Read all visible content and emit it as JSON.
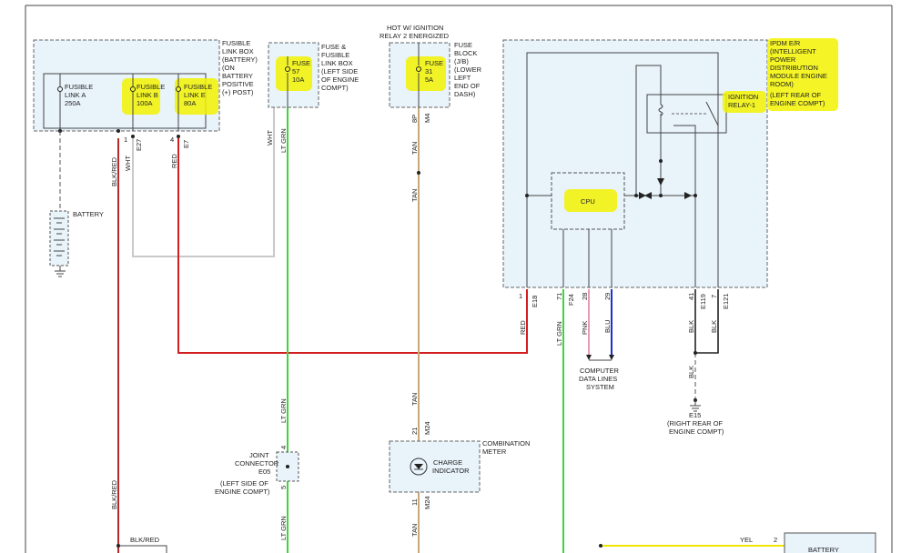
{
  "header": {
    "hot_line1": "HOT W/ IGNITION",
    "hot_line2": "RELAY 2 ENERGIZED"
  },
  "fusible_link_box": {
    "title": [
      "FUSIBLE",
      "LINK BOX",
      "(BATTERY)",
      "(ON",
      "BATTERY",
      "POSITIVE",
      "(+) POST)"
    ],
    "link_a": [
      "FUSIBLE",
      "LINK A",
      "250A"
    ],
    "link_b": [
      "FUSIBLE",
      "LINK B",
      "100A"
    ],
    "link_e": [
      "FUSIBLE",
      "LINK E",
      "80A"
    ]
  },
  "fuse57_box": {
    "title": [
      "FUSE &",
      "FUSIBLE",
      "LINK BOX",
      "(LEFT SIDE",
      "OF ENGINE",
      "COMPT)"
    ],
    "fuse": [
      "FUSE",
      "57",
      "10A"
    ]
  },
  "fuse_block": {
    "title": [
      "FUSE",
      "BLOCK",
      "(J/B)",
      "(LOWER",
      "LEFT",
      "END OF",
      "DASH)"
    ],
    "fuse": [
      "FUSE",
      "31",
      "5A"
    ]
  },
  "ipdm": {
    "title": [
      "IPDM E/R",
      "(INTELLIGENT",
      "POWER",
      "DISTRIBUTION",
      "MODULE ENGINE",
      "ROOM)",
      "(LEFT REAR OF",
      "ENGINE COMPT)"
    ],
    "relay": [
      "IGNITION",
      "RELAY-1"
    ],
    "cpu": "CPU"
  },
  "battery": {
    "label": "BATTERY"
  },
  "connectors": {
    "e27_1": "1",
    "e27_name": "E27",
    "e7_4": "4",
    "e7_name": "E7",
    "m4_8p": "8P",
    "m4_name": "M4",
    "e18_1": "1",
    "e18_name": "E18",
    "f24_71": "71",
    "f24_name": "F24",
    "p28": "28",
    "p29": "29",
    "e119_41": "41",
    "e119_name": "E119",
    "e121_7": "7",
    "e121_name": "E121",
    "m24_21": "21",
    "m24_11": "11",
    "m24_name": "M24",
    "e05_4": "4",
    "e05_5": "5",
    "yel_2": "2"
  },
  "wires": {
    "blk_red": "BLK/RED",
    "wht": "WHT",
    "red": "RED",
    "lt_grn": "LT GRN",
    "tan": "TAN",
    "pnk": "PNK",
    "blu": "BLU",
    "blk": "BLK",
    "yel": "YEL"
  },
  "computer_data": [
    "COMPUTER",
    "DATA LINES",
    "SYSTEM"
  ],
  "ground_e15": [
    "E15",
    "(RIGHT REAR OF",
    "ENGINE COMPT)"
  ],
  "joint_connector": [
    "JOINT",
    "CONNECTOR",
    "E05",
    "(LEFT SIDE OF",
    "ENGINE COMPT)"
  ],
  "combination_meter": {
    "title": [
      "COMBINATION",
      "METER"
    ],
    "indicator": [
      "CHARGE",
      "INDICATOR"
    ]
  },
  "battery_bottom": "BATTERY",
  "colors": {
    "red": "#d21e1e",
    "lt_grn": "#3cd63c",
    "tan": "#c8a87a",
    "wht": "#c9c9c9",
    "blu": "#1a2fcf",
    "pnk": "#e89ab0",
    "yel": "#f0e600",
    "highlight": "#f2f200",
    "module_fill": "#e8f3fa"
  }
}
